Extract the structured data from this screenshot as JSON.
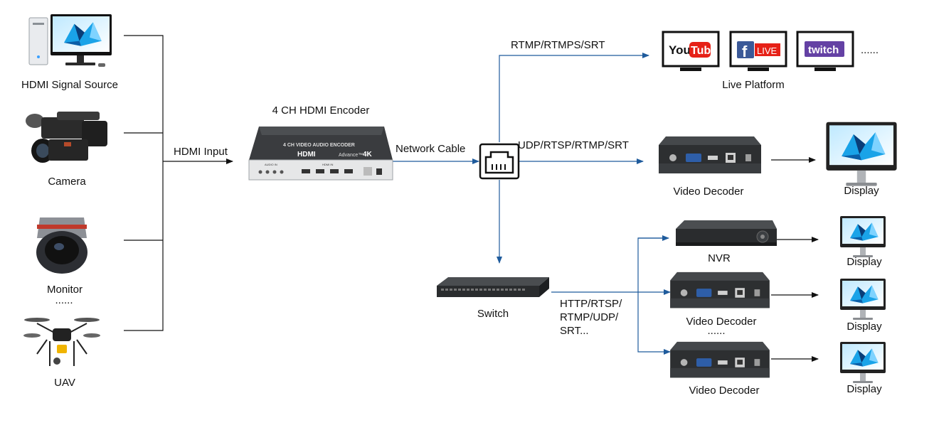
{
  "sources": [
    {
      "name": "pc-icon",
      "label": "HDMI Signal Source"
    },
    {
      "name": "camera-icon",
      "label": "Camera"
    },
    {
      "name": "dome-camera-icon",
      "label": "Monitor"
    },
    {
      "name": "drone-icon",
      "label": "UAV"
    }
  ],
  "sources_ellipsis": "......",
  "hdmi_input_label": "HDMI Input",
  "encoder": {
    "label": "4 CH HDMI Encoder",
    "panel_title": "4 CH VIDEO AUDIO ENCODER",
    "hdmi_mark": "HDMI",
    "advance_mark": "Advance™",
    "resolution_mark": "4K",
    "audio_in": "AUDIO IN",
    "hdmi_in": "HDMI IN"
  },
  "network_cable_label": "Network Cable",
  "live_branch": {
    "protocols": "RTMP/RTMPS/SRT",
    "platforms": [
      {
        "name": "youtube-logo",
        "text": "YouTube"
      },
      {
        "name": "facebook-live-logo",
        "text": "LIVE"
      },
      {
        "name": "twitch-logo",
        "text": "twitch"
      }
    ],
    "ellipsis": "......",
    "label": "Live Platform"
  },
  "decoder_branch": {
    "protocols": "UDP/RTSP/RTMP/SRT",
    "decoder_label": "Video Decoder",
    "display_label": "Display"
  },
  "switch_label": "Switch",
  "switch_protocols": [
    "HTTP/RTSP/",
    "RTMP/UDP/",
    "SRT..."
  ],
  "outputs": [
    {
      "device": "NVR",
      "display": "Display"
    },
    {
      "device": "Video Decoder",
      "display": "Display"
    },
    {
      "device": "Video Decoder",
      "display": "Display"
    }
  ],
  "outputs_ellipsis": "......",
  "colors": {
    "blue_line": "#1f5b9c",
    "black_line": "#111111",
    "device_dark": "#2d2f31",
    "screen_blue": "#1aa3e8",
    "youtube_red": "#e62117",
    "facebook_blue": "#3b5998",
    "twitch_purple": "#6441a4"
  }
}
